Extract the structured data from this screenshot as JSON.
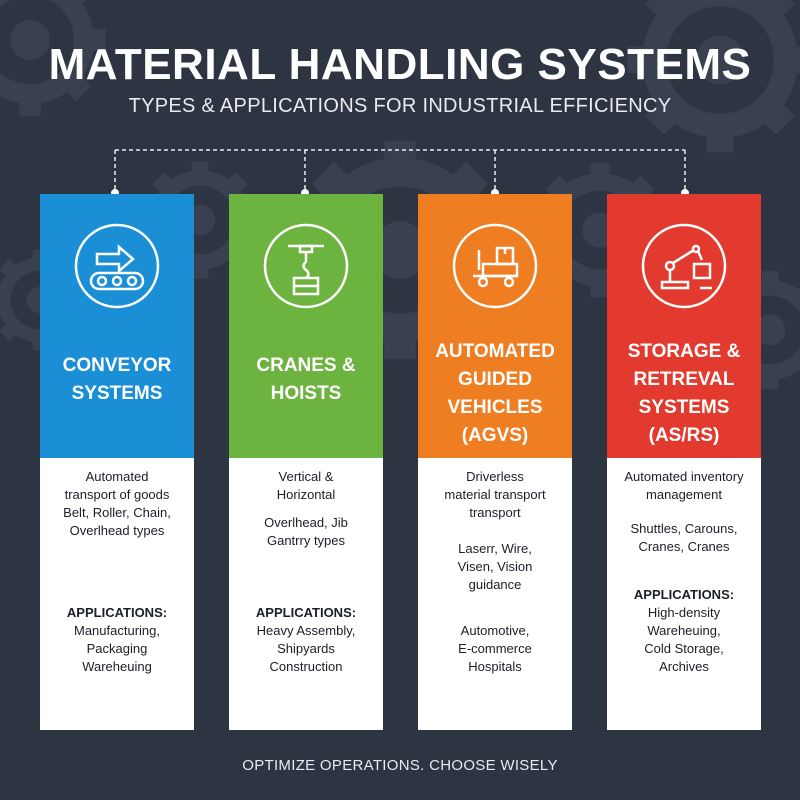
{
  "header": {
    "title": "MATERIAL HANDLING SYSTEMS",
    "subtitle": "TYPES & APPLICATIONS FOR INDUSTRIAL EFFICIENCY"
  },
  "colors": {
    "background": "#2e3542",
    "conveyor": "#1b8fd6",
    "cranes": "#6db33f",
    "agv": "#ef7d22",
    "asrs": "#e23a2e"
  },
  "cards": [
    {
      "icon": "conveyor-icon",
      "title": [
        "CONVEYOR",
        "SYSTEMS"
      ],
      "desc": [
        "Automated",
        "transport of goods",
        "Belt, Roller, Chain,",
        "Overlhead types"
      ],
      "apps_label": "APPLICATIONS:",
      "apps": [
        "Manufacturing,",
        "Packaging",
        "Wareheuing"
      ]
    },
    {
      "icon": "crane-hoist-icon",
      "title": [
        "CRANES &",
        "HOISTS"
      ],
      "desc": [
        "Vertical &",
        "Horizontal"
      ],
      "desc2": [
        "Overlhead, Jib",
        "Gantrry types"
      ],
      "apps_label": "APPLICATIONS:",
      "apps": [
        "Heavy Assembly,",
        "Shipyards",
        "Construction"
      ]
    },
    {
      "icon": "agv-forklift-icon",
      "title": [
        "AUTOMATED",
        "GUIDED",
        "VEHICLES",
        "(AGVS)"
      ],
      "desc": [
        "Driverless",
        "material transport",
        "transport"
      ],
      "desc2": [
        "Laserr, Wire,",
        "Visen, Vision",
        "guidance"
      ],
      "apps": [
        "Automotive,",
        "E-commerce",
        "Hospitals"
      ]
    },
    {
      "icon": "robotic-arm-icon",
      "title": [
        "STORAGE &",
        "RETREVAL",
        "SYSTEMS",
        "(AS/RS)"
      ],
      "desc": [
        "Automated inventory",
        "management"
      ],
      "desc2": [
        "Shuttles, Carouns,",
        "Cranes, Cranes"
      ],
      "apps_label": "APPLICATIONS:",
      "apps": [
        "High-density",
        "Wareheuing,",
        "Cold Storage,",
        "Archives"
      ]
    }
  ],
  "footer": "OPTIMIZE OPERATIONS. CHOOSE WISELY"
}
